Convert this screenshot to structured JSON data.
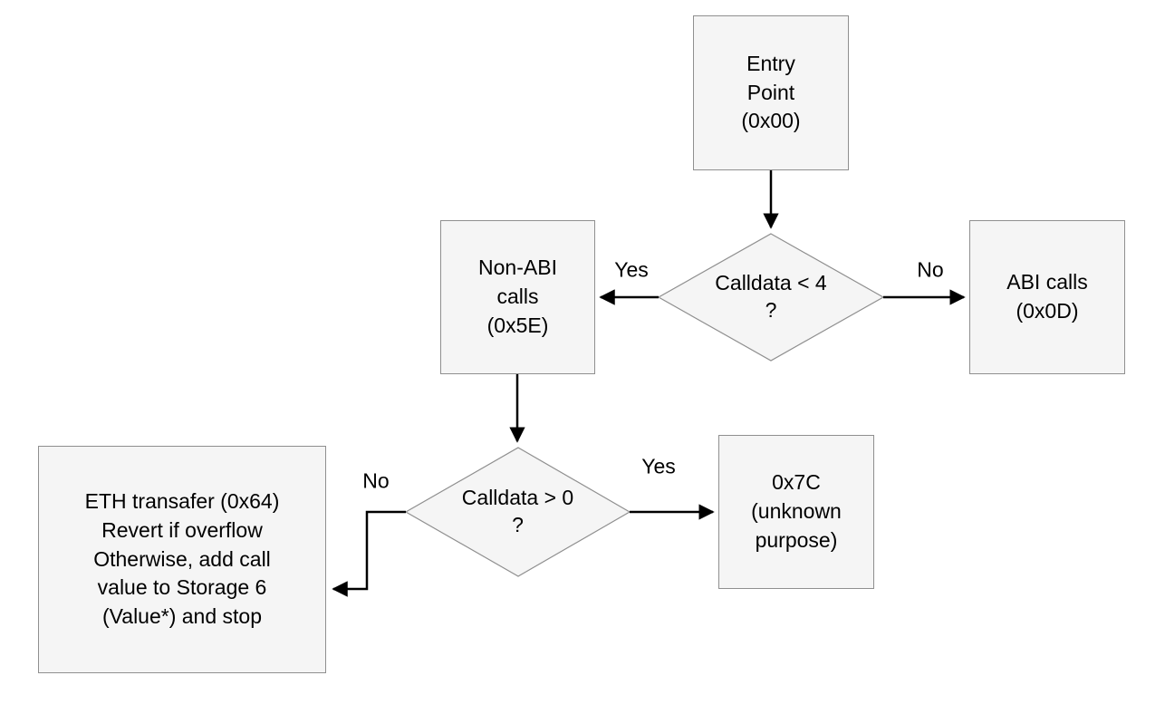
{
  "flowchart": {
    "nodes": {
      "entry_point": {
        "text": "Entry\nPoint\n(0x00)"
      },
      "calldata_lt_4": {
        "text": "Calldata < 4\n?"
      },
      "non_abi_calls": {
        "text": "Non-ABI\ncalls\n(0x5E)"
      },
      "abi_calls": {
        "text": "ABI calls\n(0x0D)"
      },
      "calldata_gt_0": {
        "text": "Calldata > 0\n?"
      },
      "unknown_purpose": {
        "text": "0x7C\n(unknown\npurpose)"
      },
      "eth_transfer": {
        "text": "ETH transafer (0x64)\nRevert if overflow\nOtherwise, add call\nvalue to Storage 6\n(Value*) and stop"
      }
    },
    "edge_labels": {
      "lt4_yes": "Yes",
      "lt4_no": "No",
      "gt0_yes": "Yes",
      "gt0_no": "No"
    },
    "colors": {
      "node_fill": "#f5f5f5",
      "node_border": "#8f8f8f",
      "arrow_color": "#000000",
      "text_color": "#000000",
      "background": "#ffffff"
    }
  }
}
